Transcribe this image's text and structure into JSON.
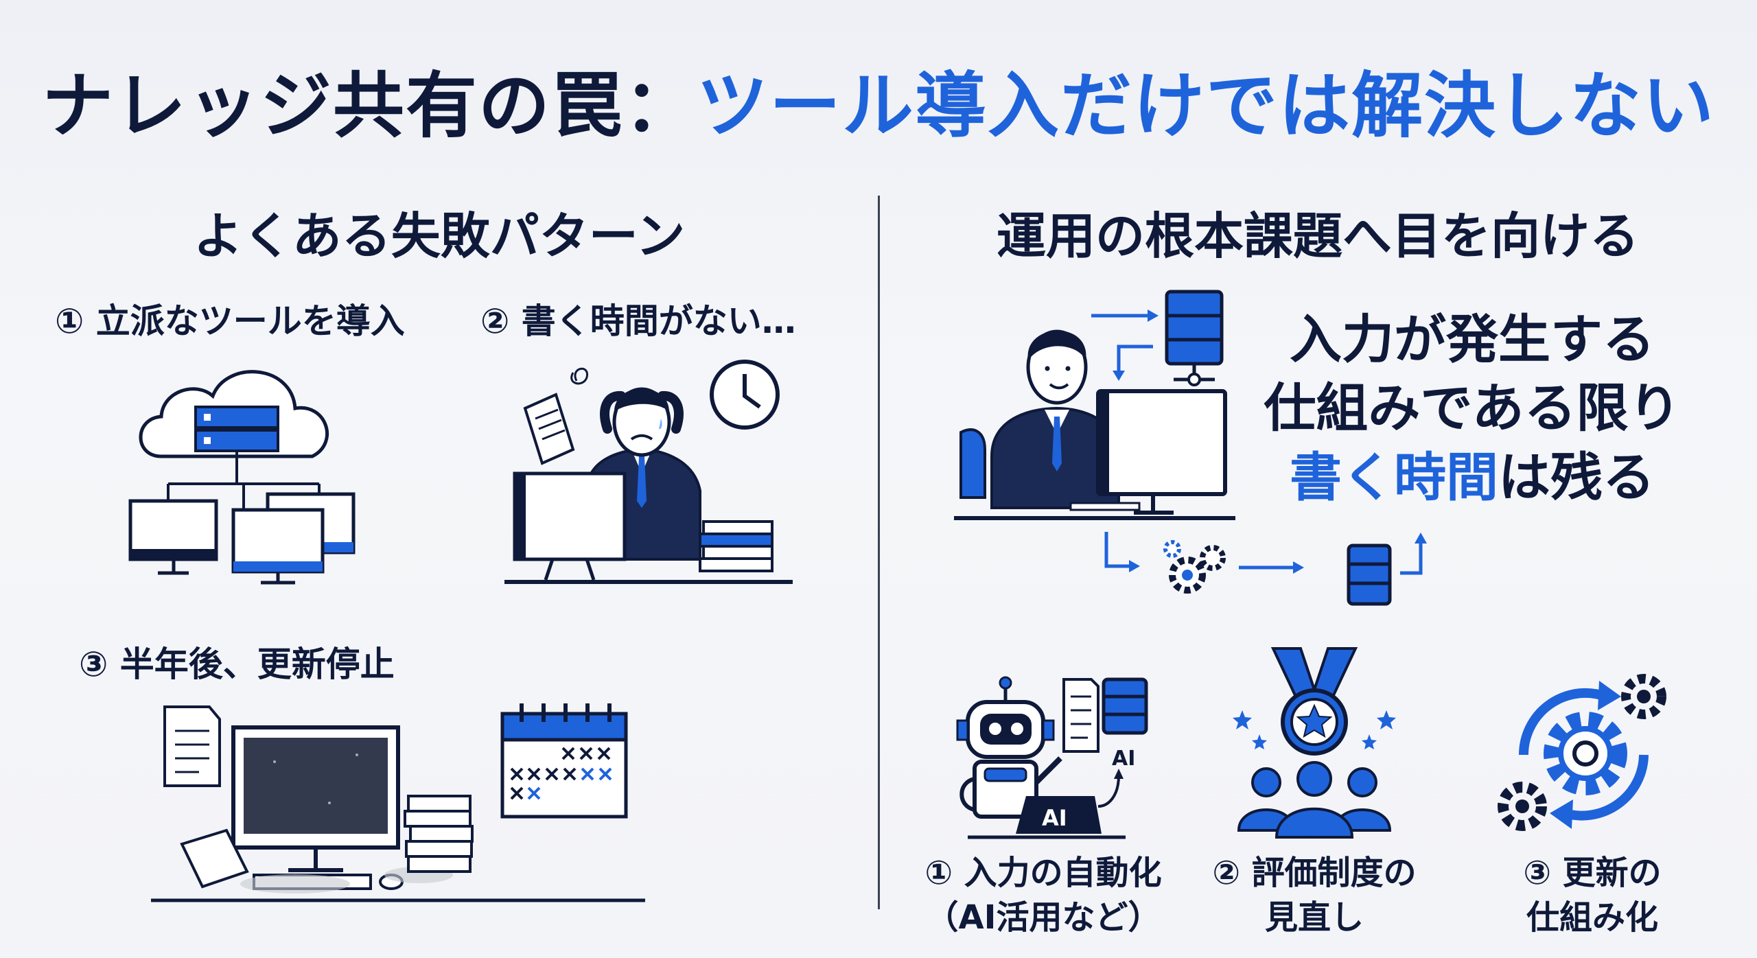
{
  "title": {
    "part1": "ナレッジ共有の罠：",
    "part2": "ツール導入だけでは解決しない"
  },
  "left": {
    "heading": "よくある失敗パターン",
    "items": [
      {
        "label": "① 立派なツールを導入",
        "icon": "cloud-server-network-icon"
      },
      {
        "label": "② 書く時間がない…",
        "icon": "stressed-worker-icon"
      },
      {
        "label": "③ 半年後、更新停止",
        "icon": "abandoned-computer-icon"
      }
    ]
  },
  "right": {
    "heading": "運用の根本課題へ目を向ける",
    "message": {
      "line1": "入力が発生する",
      "line2": "仕組みである限り",
      "line3_blue": "書く時間",
      "line3_rest": "は残る"
    },
    "solutions": [
      {
        "line1": "① 入力の自動化",
        "line2": "（AI活用など）",
        "icon": "ai-robot-icon",
        "badge": "AI"
      },
      {
        "line1": "② 評価制度の",
        "line2": "見直し",
        "icon": "medal-team-icon"
      },
      {
        "line1": "③ 更新の",
        "line2": "仕組み化",
        "icon": "gear-cycle-icon"
      }
    ]
  },
  "colors": {
    "navy": "#0f1a3a",
    "blue": "#1f63db",
    "background": "#f2f3f7"
  }
}
